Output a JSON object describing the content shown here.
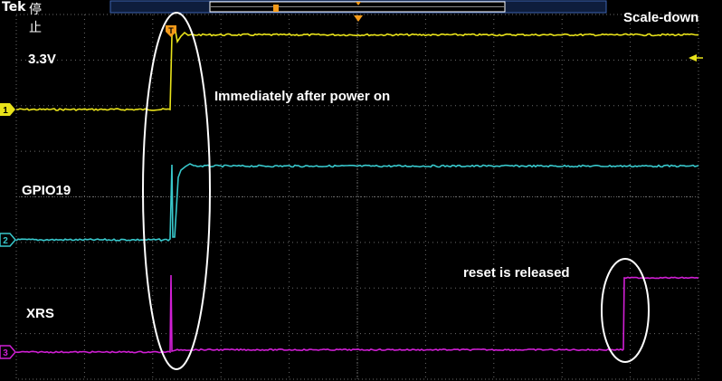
{
  "header": {
    "brand": "Tek",
    "status": "停止"
  },
  "mode_label": "Scale-down",
  "channels": [
    {
      "id": "1",
      "color": "#e8e21a",
      "name": "3.3V"
    },
    {
      "id": "2",
      "color": "#38c8cc",
      "name": "GPIO19"
    },
    {
      "id": "3",
      "color": "#d01fd4",
      "name": "XRS"
    }
  ],
  "annotations": {
    "power_on": "Immediately after power on",
    "reset": "reset is released"
  },
  "trigger": {
    "marker_label": "T"
  },
  "colors": {
    "background": "#000000",
    "grid": "#6b6b6b",
    "header_bar": "#1f3a7a",
    "trigger": "#f39a1a",
    "highlight_ellipse": "#ffffff"
  }
}
